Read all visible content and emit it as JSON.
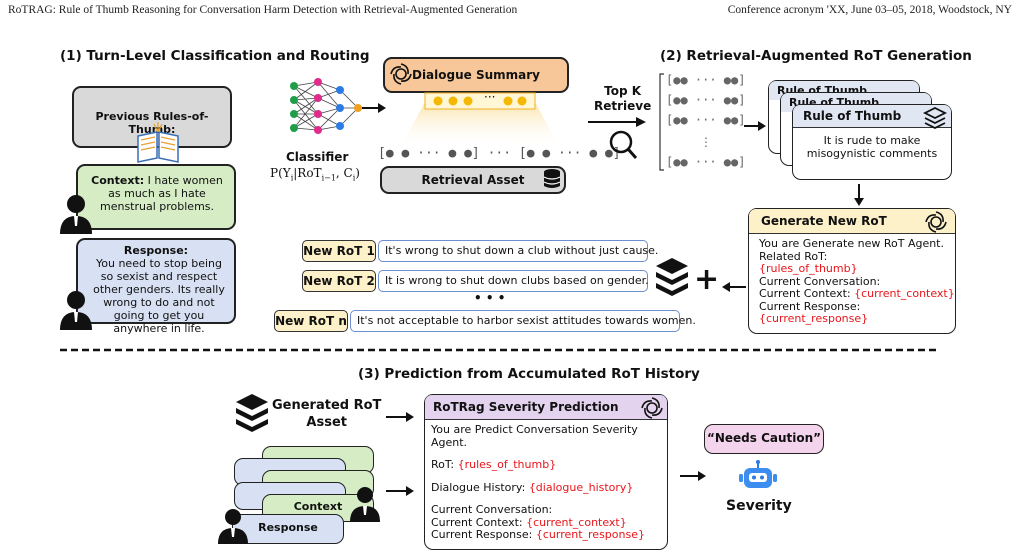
{
  "header": {
    "left": "RoTRAG: Rule of Thumb Reasoning for Conversation Harm Detection with Retrieval-Augmented Generation",
    "right": "Conference acronym 'XX, June 03–05, 2018, Woodstock, NY"
  },
  "sections": {
    "s1": "(1) Turn-Level Classification and Routing",
    "s2": "(2) Retrieval-Augmented RoT Generation",
    "s3": "(3) Prediction from Accumulated RoT History"
  },
  "left_panel": {
    "prev_rules": "Previous Rules-of-Thumb:",
    "context_label": "Context:",
    "context_text": " I hate women as much as I hate menstrual problems.",
    "response_label": "Response:",
    "response_text": "You need to stop being so sexist and respect other genders. Its really wrong to do and not going to get you anywhere in life."
  },
  "classifier": {
    "label": "Classifier",
    "formula": "P(Yi|RoTi−1, Ci)"
  },
  "dialogue_summary": "Dialogue Summary",
  "retrieval_asset": "Retrieval Asset",
  "ellipsis": "···",
  "top_k": "Top K\nRetrieve",
  "rot_stack": {
    "back1": "Rule of Thumb",
    "back2": "Rule of Thumb",
    "front_title": "Rule of Thumb",
    "front_text": "It is rude to make misogynistic comments"
  },
  "generate": {
    "title": "Generate New RoT",
    "l1": "You are Generate new RoT Agent.",
    "l2": "Related RoT:",
    "l3": "{rules_of_thumb}",
    "l4": "Current Conversation:",
    "l5a": "Current Context: ",
    "l5b": "{current_context}",
    "l6a": "Current Response: ",
    "l6b": "{current_response}"
  },
  "new_rots": [
    {
      "label": "New RoT 1",
      "text": "It's wrong to shut down a club without just cause."
    },
    {
      "label": "New RoT 2",
      "text": "It is wrong to shut down clubs based on gender."
    },
    {
      "label": "New RoT n",
      "text": "It's not acceptable to harbor sexist attitudes towards women."
    }
  ],
  "dots": "• • •",
  "plus": "+",
  "generated_asset": "Generated RoT\nAsset",
  "stack_cards": {
    "context": "Context",
    "response": "Response"
  },
  "predict": {
    "title": "RoTRag Severity Prediction",
    "l1": "You are Predict Conversation Severity Agent.",
    "l2a": "RoT: ",
    "l2b": "{rules_of_thumb}",
    "l3a": "Dialogue History: ",
    "l3b": "{dialogue_history}",
    "l4": "Current Conversation:",
    "l5a": "Current Context: ",
    "l5b": "{current_context}",
    "l6a": "Current Response: ",
    "l6b": "{current_response}"
  },
  "needs_caution": "“Needs Caution”",
  "severity": "Severity",
  "colors": {
    "green": "#d5ecc4",
    "blue": "#d7e1f3",
    "orange": "#f7c79a",
    "yellow": "#fdf1c9",
    "pink": "#f4d3ec",
    "purple": "#e3d3ee",
    "red": "#e8141a"
  }
}
